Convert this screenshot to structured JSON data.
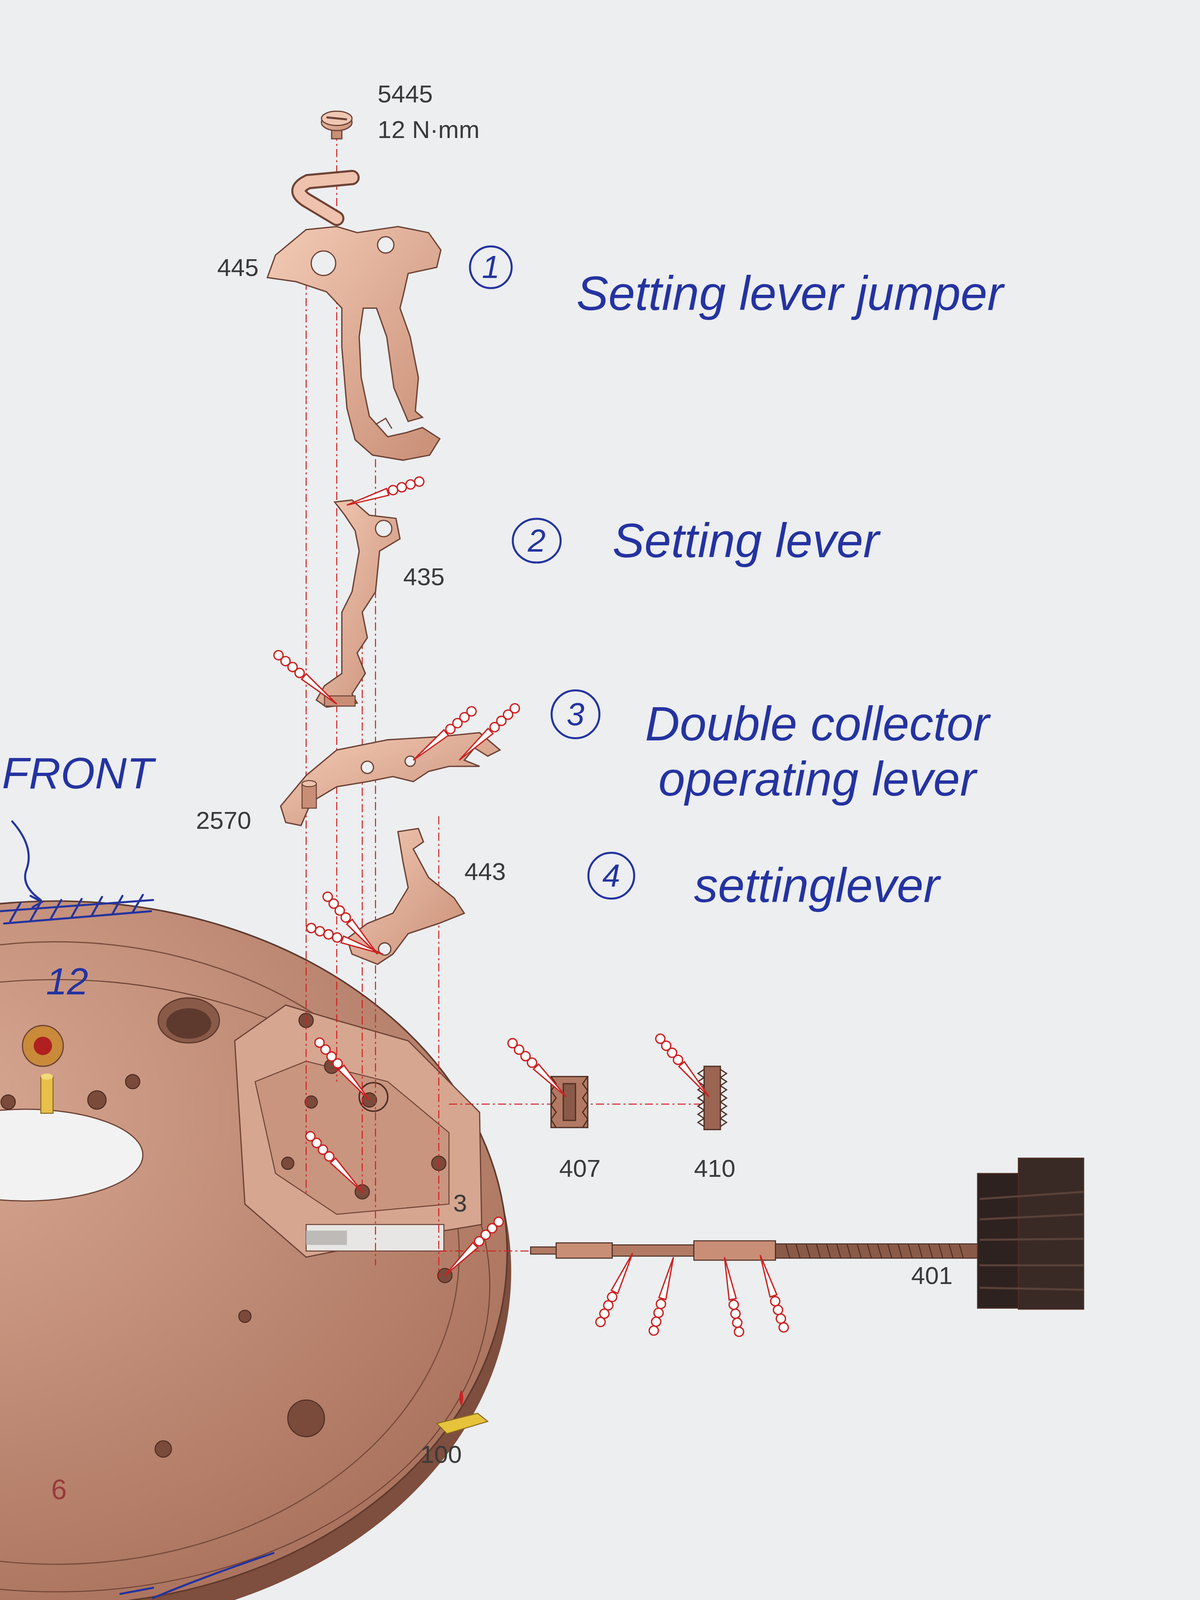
{
  "diagram": {
    "nodes": [
      {
        "text": [
          "1"
        ]
      },
      {
        "text": [
          "2"
        ]
      },
      {
        "text": [
          "3"
        ]
      },
      {
        "text": [
          "4"
        ]
      }
    ],
    "labels": [
      "5445",
      "12 N·mm",
      "445",
      "Setting lever jumper",
      "435",
      "Setting lever",
      "2570",
      "Double collector operating lever",
      "443",
      "settinglever",
      "FRONT",
      "12",
      "3",
      "6",
      "407",
      "410",
      "401",
      "100"
    ]
  }
}
